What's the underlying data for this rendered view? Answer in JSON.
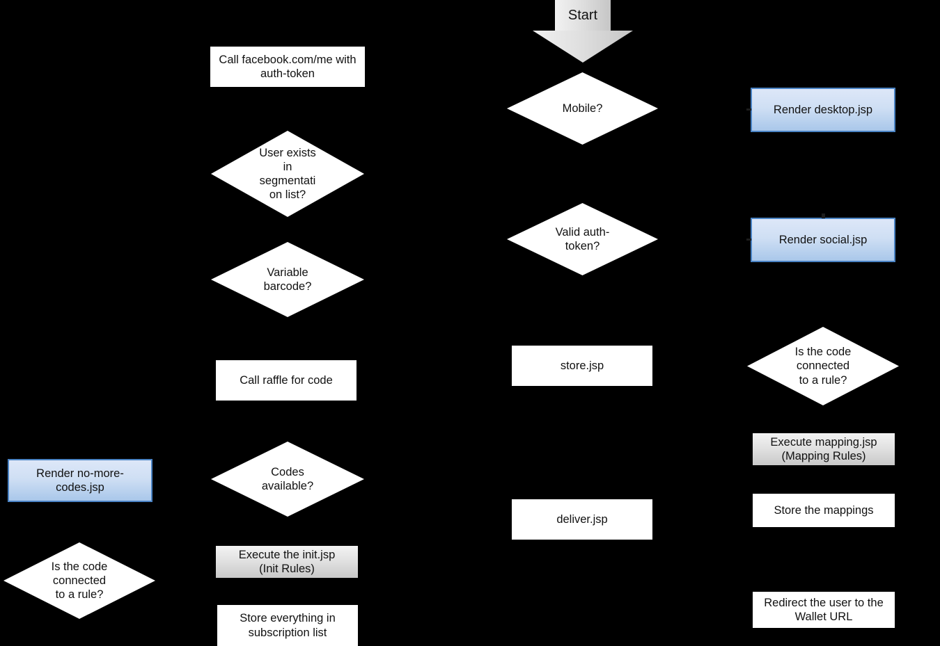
{
  "diagram": {
    "title": "Coupon / wallet delivery flowchart",
    "background": "#000000",
    "colors": {
      "box_white_fill": "#ffffff",
      "box_gray_fill_top": "#f3f3f3",
      "box_gray_fill_bottom": "#c9c9c9",
      "box_blue_fill_top": "#dde7f8",
      "box_blue_fill_bottom": "#a9c7ea",
      "box_blue_border": "#4a83c4",
      "text": "#111111"
    }
  },
  "nodes": {
    "start": {
      "label": "Start",
      "shape": "block-arrow",
      "fill": "gray-gradient"
    },
    "mobile": {
      "label": "Mobile?",
      "shape": "diamond",
      "fill": "white"
    },
    "render_desktop": {
      "label": "Render desktop.jsp",
      "shape": "process",
      "fill": "blue-gradient"
    },
    "valid_auth_token": {
      "label": "Valid auth-\ntoken?",
      "shape": "diamond",
      "fill": "white"
    },
    "render_social": {
      "label": "Render social.jsp",
      "shape": "process",
      "fill": "blue-gradient"
    },
    "call_facebook": {
      "label": "Call facebook.com/me with\nauth-token",
      "shape": "process",
      "fill": "white"
    },
    "user_exists_segmentation": {
      "label": "User exists\nin\nsegmentati\non list?",
      "shape": "diamond",
      "fill": "white"
    },
    "variable_barcode": {
      "label": "Variable\nbarcode?",
      "shape": "diamond",
      "fill": "white"
    },
    "call_raffle": {
      "label": "Call raffle for code",
      "shape": "process",
      "fill": "white"
    },
    "store_jsp": {
      "label": "store.jsp",
      "shape": "process",
      "fill": "white"
    },
    "code_connected_right": {
      "label": "Is the code\nconnected\nto a rule?",
      "shape": "diamond",
      "fill": "white"
    },
    "execute_mapping": {
      "label": "Execute mapping.jsp\n(Mapping Rules)",
      "shape": "predefined-process",
      "fill": "gray-gradient"
    },
    "codes_available": {
      "label": "Codes\navailable?",
      "shape": "diamond",
      "fill": "white"
    },
    "store_mappings": {
      "label": "Store the mappings",
      "shape": "process",
      "fill": "white"
    },
    "render_no_more_codes": {
      "label": "Render no-more-\ncodes.jsp",
      "shape": "process",
      "fill": "blue-gradient"
    },
    "deliver_jsp": {
      "label": "deliver.jsp",
      "shape": "process",
      "fill": "white"
    },
    "execute_init": {
      "label": "Execute the init.jsp\n(Init Rules)",
      "shape": "predefined-process",
      "fill": "gray-gradient"
    },
    "code_connected_left": {
      "label": "Is the code\nconnected\nto a rule?",
      "shape": "diamond",
      "fill": "white"
    },
    "store_everything": {
      "label": "Store everything in\nsubscription list",
      "shape": "process",
      "fill": "white"
    },
    "redirect_wallet": {
      "label": "Redirect the user to the\nWallet URL",
      "shape": "process",
      "fill": "white"
    }
  }
}
